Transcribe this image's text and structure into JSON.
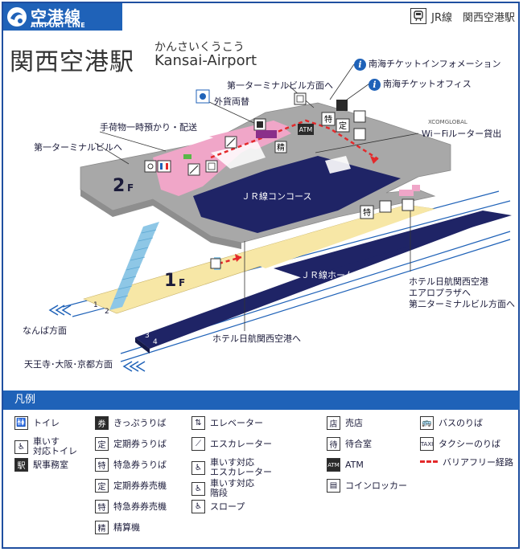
{
  "header": {
    "logo_jp": "空港線",
    "logo_en": "AIRPORT LINE",
    "line_station": "JR線　関西空港駅"
  },
  "station": {
    "name_jp": "関西空港駅",
    "name_kana": "かんさいくうこう",
    "name_en": "Kansai-Airport"
  },
  "map_labels": {
    "nankai_info": "南海チケットインフォメーション",
    "nankai_ticket": "南海チケットオフィス",
    "terminal1_bldg": "第一ターミナルビル方面へ",
    "currency": "外貨両替",
    "baggage": "手荷物一時預かり・配送",
    "terminal1_to": "第一ターミナルビルへ",
    "xcom": "XCOMGLOBAL",
    "wifi": "Wi－Fiルーター貸出",
    "floor2": "2",
    "floor1": "1",
    "floor_suffix": "F",
    "concourse": "ＪＲ線コンコース",
    "platform": "ＪＲ線ホーム",
    "hotel_aero": "ホテル日航関西空港",
    "aero_plaza": "エアロプラザへ",
    "terminal2": "第二ターミナルビル方面へ",
    "hotel_to": "ホテル日航関西空港へ",
    "namba": "なんば方面",
    "tennoji": "天王寺･大阪･京都方面",
    "track1": "1",
    "track2": "2",
    "track3": "3",
    "track4": "4",
    "atm": "ATM",
    "seisan": "精",
    "toku": "特",
    "tei": "定"
  },
  "legend": {
    "title": "凡例",
    "items": [
      {
        "icon": "toilet-icon",
        "sym": "🚻",
        "text": "トイレ"
      },
      {
        "icon": "accessible-toilet-icon",
        "sym": "♿",
        "text": "車いす\n対応トイレ"
      },
      {
        "icon": "station-office-icon",
        "sym": "駅",
        "text": "駅事務室"
      },
      {
        "icon": "ticket-counter-icon",
        "sym": "券",
        "text": "きっぷうりば"
      },
      {
        "icon": "commuter-ticket-icon",
        "sym": "定",
        "text": "定期券うりば"
      },
      {
        "icon": "express-ticket-icon",
        "sym": "特",
        "text": "特急券うりば"
      },
      {
        "icon": "commuter-machine-icon",
        "sym": "定",
        "text": "定期券券売機"
      },
      {
        "icon": "express-machine-icon",
        "sym": "特",
        "text": "特急券券売機"
      },
      {
        "icon": "fare-adjust-icon",
        "sym": "精",
        "text": "精算機"
      },
      {
        "icon": "elevator-icon",
        "sym": "⇅",
        "text": "エレベーター"
      },
      {
        "icon": "escalator-icon",
        "sym": "⟋",
        "text": "エスカレーター"
      },
      {
        "icon": "wheelchair-escalator-icon",
        "sym": "♿",
        "text": "車いす対応\nエスカレーター"
      },
      {
        "icon": "wheelchair-stairs-icon",
        "sym": "♿",
        "text": "車いす対応\n階段"
      },
      {
        "icon": "slope-icon",
        "sym": "♿",
        "text": "スロープ"
      },
      {
        "icon": "shop-icon",
        "sym": "店",
        "text": "売店"
      },
      {
        "icon": "waiting-room-icon",
        "sym": "待",
        "text": "待合室"
      },
      {
        "icon": "atm-icon",
        "sym": "ATM",
        "text": "ATM"
      },
      {
        "icon": "coin-locker-icon",
        "sym": "▤",
        "text": "コインロッカー"
      },
      {
        "icon": "bus-icon",
        "sym": "🚌",
        "text": "バスのりば"
      },
      {
        "icon": "taxi-icon",
        "sym": "TAXI",
        "text": "タクシーのりば"
      },
      {
        "icon": "barrier-free-route-icon",
        "sym": "",
        "text": "バリアフリー経路"
      }
    ]
  },
  "colors": {
    "brand_blue": "#1f62b8",
    "concourse": "#1f2466",
    "pink_area": "#f0a6c8",
    "yellow_platform": "#f7e7a6",
    "gray_building": "#a8a8a8",
    "barrier_red": "#e3292b"
  }
}
